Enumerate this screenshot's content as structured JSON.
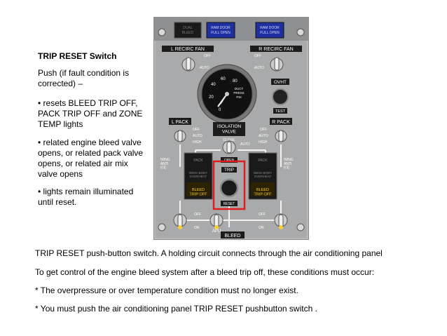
{
  "sidebar": {
    "title": "TRIP RESET Switch",
    "paragraphs": [
      "Push (if fault condition is corrected) –",
      "• resets BLEED TRIP OFF, PACK TRIP OFF and ZONE TEMP lights",
      "• related engine bleed valve opens, or related pack valve opens, or related air mix valve opens",
      "• lights remain illuminated until reset."
    ]
  },
  "bottom_text": [
    "TRIP RESET push-button switch.  A holding circuit connects through the air conditioning panel",
    "To get control of the engine bleed system after a bleed trip off, these conditions must occur:",
    "* The overpressure or over temperature condition must no longer exist.",
    "* You must push the air conditioning panel TRIP RESET pushbutton switch ."
  ],
  "panel": {
    "colors": {
      "panel": "#a9aaab",
      "highlight": "#e01e1e",
      "lamp": "#ffcc33",
      "light_blue": "#2233aa"
    },
    "lights_top": {
      "dual_bleed": "DUAL\nBLEED",
      "ram_door_left": "RAM DOOR\nFULL OPEN",
      "ram_door_right": "RAM DOOR\nFULL OPEN"
    },
    "l_recirc_fan": "L RECIRC FAN",
    "r_recirc_fan": "R RECIRC FAN",
    "off": "OFF",
    "auto": "AUTO",
    "high": "HIGH",
    "gauge": {
      "label_line1": "DUCT",
      "label_line2": "PRESS",
      "label_line3": "PSI",
      "ticks": [
        "0",
        "20",
        "40",
        "60",
        "80"
      ]
    },
    "ovht": "OVHT",
    "test": "TEST",
    "l_pack": "L PACK",
    "r_pack": "R PACK",
    "isolation_valve": "ISOLATION\nVALVE",
    "close": "CLOSE",
    "open": "OPEN",
    "wing_anti_ice": "WING\nANTI\nICE",
    "pack": "PACK",
    "wing_body_overheat": "WING-BODY\nOVERHEAT",
    "bleed_trip_off": "BLEED\nTRIP OFF",
    "trip": "TRIP",
    "reset": "RESET",
    "on": "ON",
    "apu": "APU",
    "bleed": "BLEED"
  }
}
